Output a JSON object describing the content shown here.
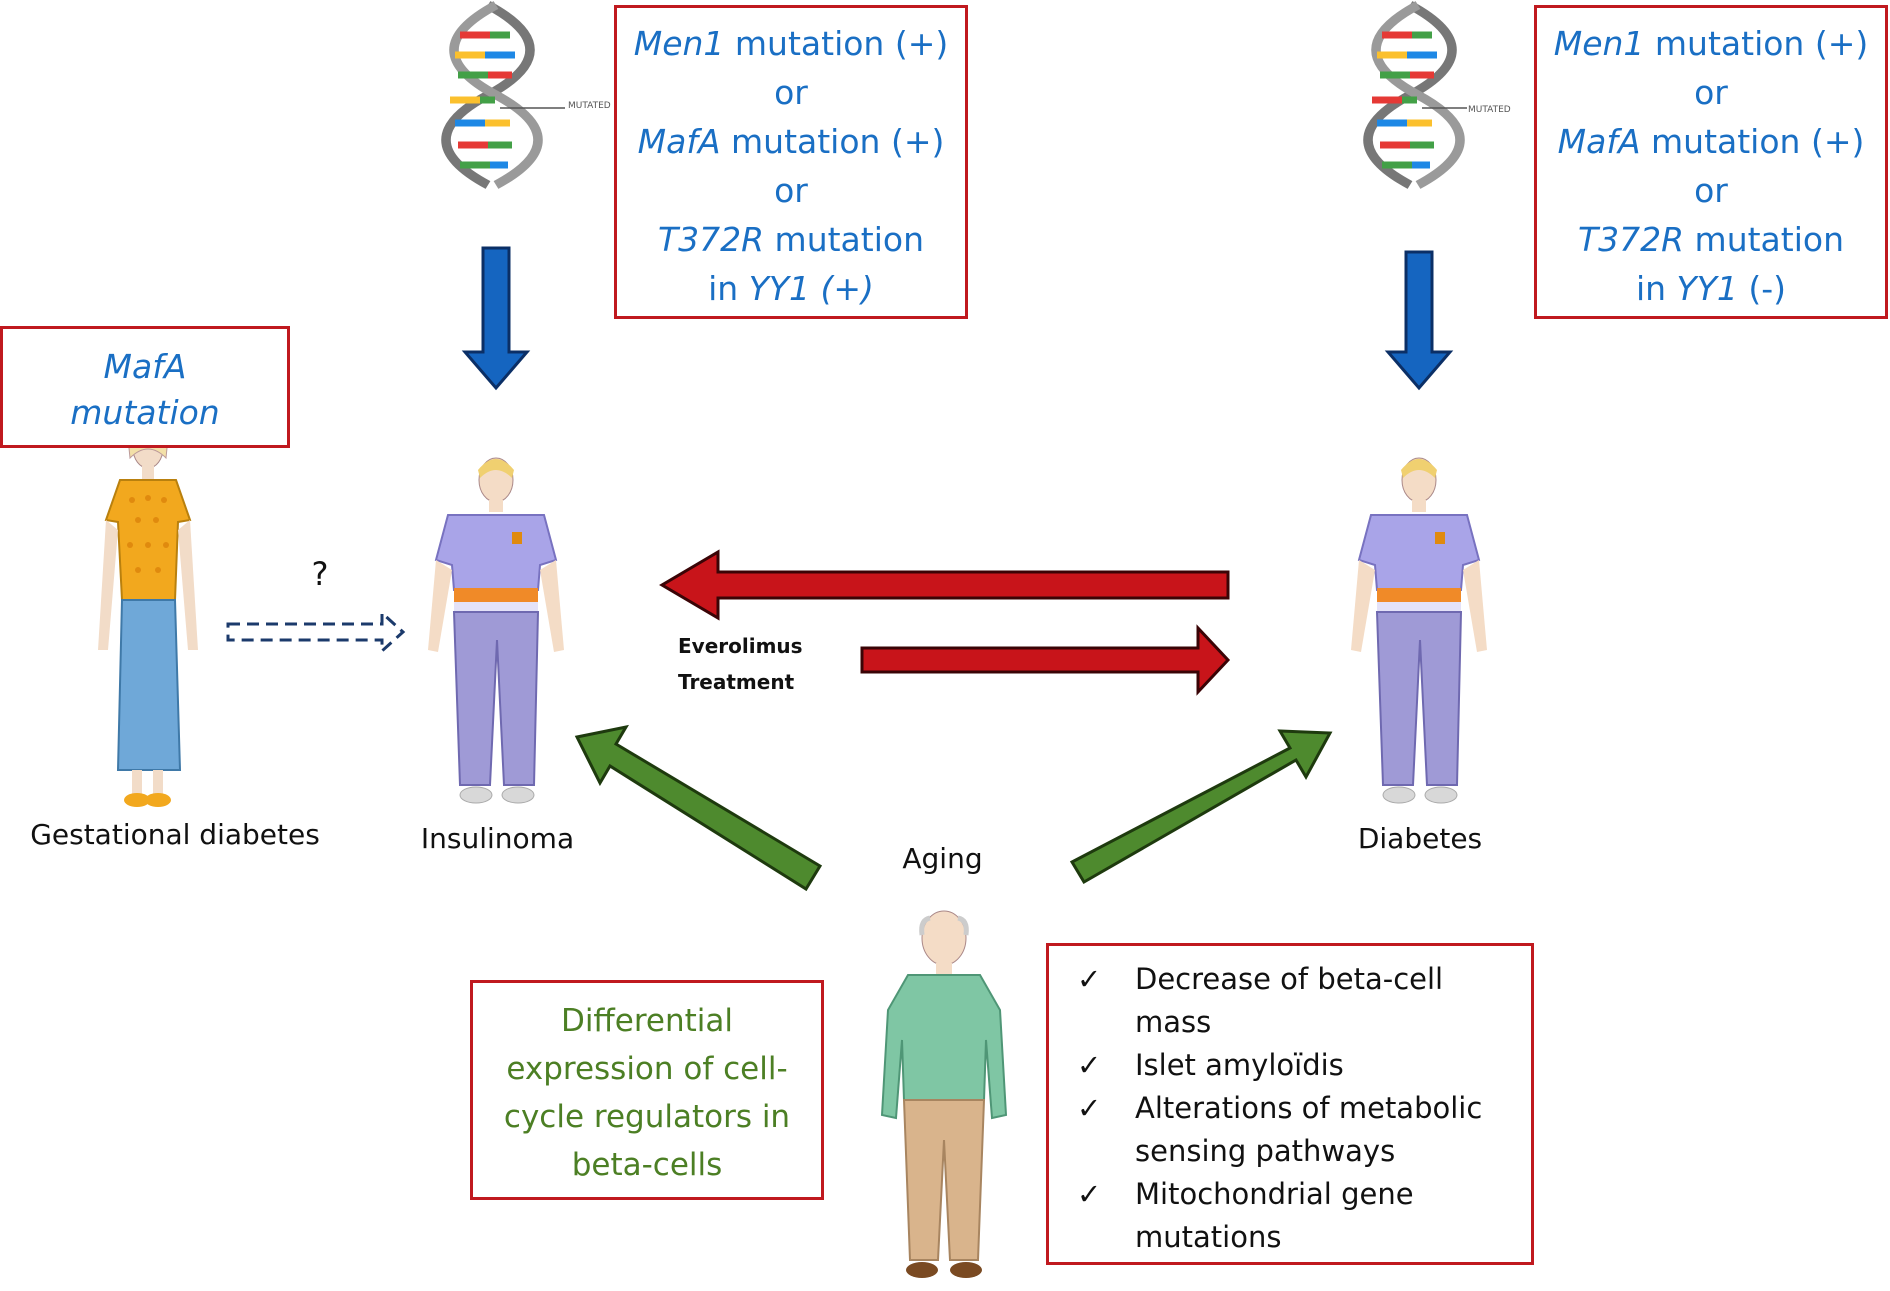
{
  "left_genes": {
    "line1_gene": "Men1",
    "line1_rest": " mutation (+)",
    "or1": "or",
    "line2_gene": "MafA",
    "line2_rest": " mutation (+)",
    "or2": "or",
    "line3_gene": "T372R",
    "line3_rest": " mutation",
    "line4_pre": "in ",
    "line4_gene": "YY1 (+)"
  },
  "right_genes": {
    "line1_gene": "Men1",
    "line1_rest": " mutation (+)",
    "or1": "or",
    "line2_gene": "MafA",
    "line2_rest": " mutation (+)",
    "or2": "or",
    "line3_gene": "T372R",
    "line3_rest": " mutation",
    "line4_pre": "in ",
    "line4_gene": "YY1",
    "line4_post": " (-)"
  },
  "mafa_box": {
    "line1": "MafA",
    "line2": "mutation"
  },
  "dna_label": "MUTATED",
  "question_mark": "?",
  "labels": {
    "gestational": "Gestational diabetes",
    "insulinoma": "Insulinoma",
    "diabetes": "Diabetes",
    "aging": "Aging",
    "everolimus_1": "Everolimus",
    "everolimus_2": "Treatment"
  },
  "green_box": {
    "line1": "Differential",
    "line2": "expression of cell-",
    "line3": "cycle regulators in",
    "line4": "beta-cells"
  },
  "checklist": {
    "mark": "✓",
    "item1_l1": "Decrease of beta-cell",
    "item1_l2": "mass",
    "item2_l1": "Islet amyloïdis",
    "item3_l1": "Alterations of metabolic",
    "item3_l2": "sensing pathways",
    "item4_l1": "Mitochondrial gene",
    "item4_l2": "mutations"
  },
  "colors": {
    "box_border": "#c0191f",
    "gene_text": "#1a6fc4",
    "green_text": "#4c7f24",
    "red_arrow": "#c8141a",
    "blue_arrow": "#1565c0",
    "green_arrow": "#4e8a2e"
  }
}
